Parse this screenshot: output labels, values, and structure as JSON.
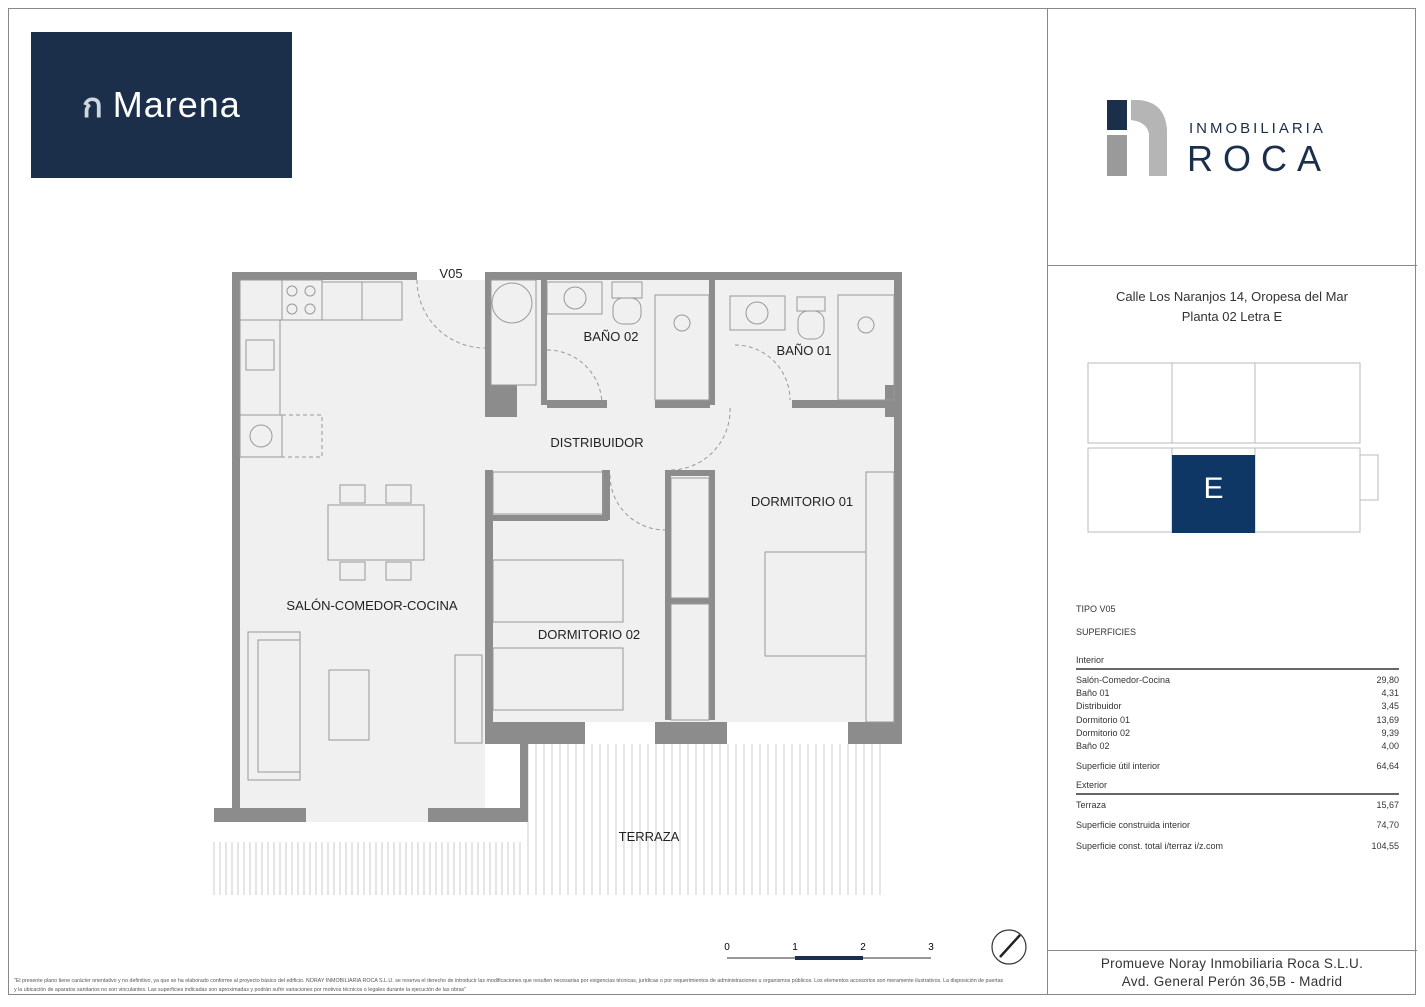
{
  "brand": {
    "logo_mark": "n",
    "name": "Marena",
    "color": "#1b2f4a"
  },
  "developer_logo": {
    "line1": "INMOBILIARIA",
    "line2": "ROCA"
  },
  "address": {
    "line1": "Calle Los Naranjos 14, Oropesa del Mar",
    "line2": "Planta 02 Letra E"
  },
  "keyplan": {
    "unit_letter": "E",
    "highlight_color": "#0f3766"
  },
  "plan": {
    "door_label": "V05",
    "rooms": [
      "BAÑO 02",
      "BAÑO 01",
      "DISTRIBUIDOR",
      "DORMITORIO 01",
      "SALÓN-COMEDOR-COCINA",
      "DORMITORIO 02",
      "TERRAZA"
    ]
  },
  "scale": {
    "ticks": [
      "0",
      "1",
      "2",
      "3"
    ]
  },
  "specs": {
    "tipo": "TIPO V05",
    "heading": "SUPERFICIES",
    "interior_label": "Interior",
    "interior": [
      {
        "name": "Salón-Comedor-Cocina",
        "value": "29,80"
      },
      {
        "name": "Baño 01",
        "value": "4,31"
      },
      {
        "name": "Distribuidor",
        "value": "3,45"
      },
      {
        "name": "Dormitorio 01",
        "value": "13,69"
      },
      {
        "name": "Dormitorio 02",
        "value": "9,39"
      },
      {
        "name": "Baño 02",
        "value": "4,00"
      }
    ],
    "util": {
      "name": "Superficie útil interior",
      "value": "64,64"
    },
    "exterior_label": "Exterior",
    "terraza": {
      "name": "Terraza",
      "value": "15,67"
    },
    "construida": {
      "name": "Superficie construida interior",
      "value": "74,70"
    },
    "total": {
      "name": "Superficie const. total i/terraz i/z.com",
      "value": "104,55"
    }
  },
  "footer": {
    "line1": "Promueve Noray Inmobiliaria Roca  S.L.U.",
    "line2": "Avd. General Perón 36,5B - Madrid"
  },
  "disclaimer": {
    "line1": "\"El presente plano tiene carácter orientativo y no definitivo, ya que se ha elaborado conforme al proyecto básico del edificio. NORAY INMOBILIARIA ROCA S.L.U. se reserva el derecho de introducir las modificaciones que resulten necesarias por exigencias técnicas, jurídicas o por requerimientos de administraciones u organismos públicos. Los elementos accesorios son meramente ilustrativos. La disposición de puertas",
    "line2": "y la ubicación de aparatos sanitarios no son vinculantes. Las superficies indicadas son aproximadas y podrán sufrir variaciones por motivos técnicos o legales durante la ejecución de las obras\""
  }
}
